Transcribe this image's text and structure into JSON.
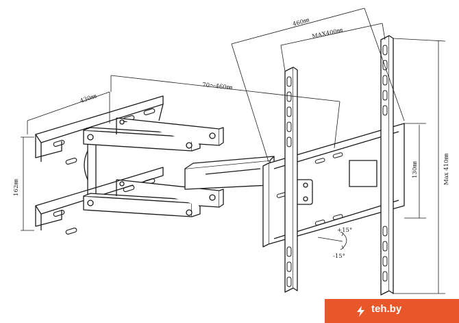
{
  "dimensions": {
    "wall_width": "430㎜",
    "arm_extension": "70～460㎜",
    "wall_height": "162㎜",
    "tv_span": "460㎜",
    "vesa_max": "MAX400㎜",
    "vesa_height": "130㎜",
    "max_height": "Max 410㎜",
    "tilt_up": "+15°",
    "tilt_down": "-15°"
  },
  "watermark": {
    "text": "teh.by",
    "icon": "lightning-bolt-icon",
    "color": "#e8562a"
  }
}
